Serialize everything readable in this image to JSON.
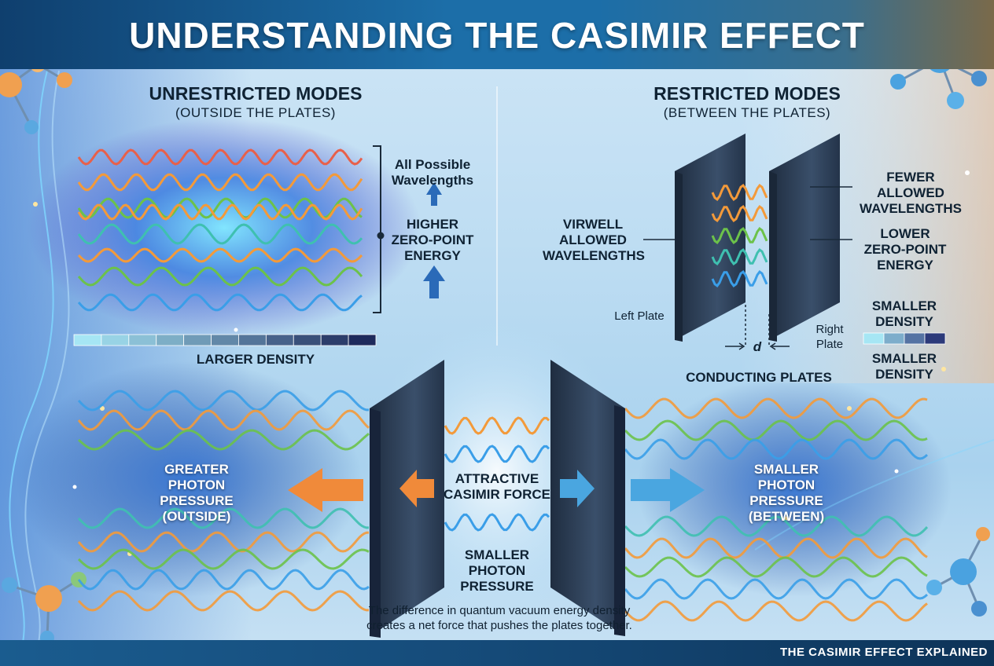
{
  "title": "UNDERSTANDING THE CASIMIR EFFECT",
  "left": {
    "heading": "UNRESTRICTED MODES",
    "subheading": "(OUTSIDE THE PLATES)",
    "all_possible": [
      "All Possible",
      "Wavelengths"
    ],
    "higher_energy": [
      "HIGHER",
      "ZERO-POINT",
      "ENERGY"
    ],
    "density_label": "LARGER DENSITY"
  },
  "right": {
    "heading": "RESTRICTED MODES",
    "subheading": "(BETWEEN THE PLATES)",
    "allowed": [
      "VIRWELL",
      "ALLOWED",
      "WAVELENGTHS"
    ],
    "fewer": [
      "FEWER",
      "ALLOWED",
      "WAVELENGTHS"
    ],
    "lower_energy": [
      "LOWER",
      "ZERO-POINT",
      "ENERGY"
    ],
    "left_plate": "Left Plate",
    "right_plate": [
      "Right",
      "Plate"
    ],
    "gap": "d",
    "conducting": "CONDUCTING PLATES",
    "density_top": [
      "SMALLER",
      "DENSITY"
    ],
    "density_bottom": [
      "SMALLER",
      "DENSITY"
    ]
  },
  "bottom": {
    "greater": [
      "GREATER",
      "PHOTON",
      "PRESSURE",
      "(OUTSIDE)"
    ],
    "smaller_right": [
      "SMALLER",
      "PHOTON",
      "PRESSURE",
      "(BETWEEN)"
    ],
    "force": [
      "ATTRACTIVE",
      "CASIMIR FORCE"
    ],
    "smaller_center": [
      "SMALLER",
      "PHOTON",
      "PRESSURE"
    ],
    "caption": [
      "The difference in quantum vacuum energy density",
      "creates a net force that pushes the plates together."
    ]
  },
  "footer": "THE CASIMIR EFFECT EXPLAINED",
  "colors": {
    "wave_red": "#e8604a",
    "wave_orange": "#f39a3a",
    "wave_green": "#6cc24a",
    "wave_teal": "#3fc0b0",
    "wave_blue": "#3a9ee8",
    "plate": "#2c3e55",
    "arrow_orange": "#f08a3a",
    "arrow_blue": "#4aa6e0",
    "title_blue": "#1c6ea8"
  }
}
